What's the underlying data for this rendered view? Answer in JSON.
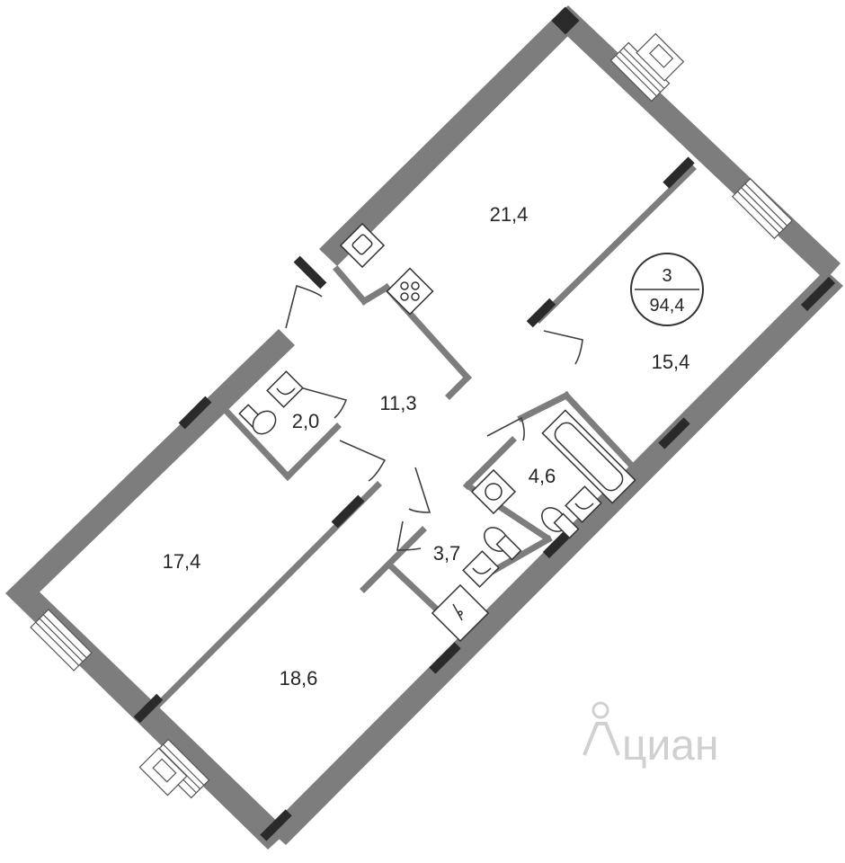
{
  "plan": {
    "rooms": {
      "living": "21,4",
      "bedroom_east": "15,4",
      "hall": "11,3",
      "wc": "2,0",
      "bathroom": "4,6",
      "shower": "3,7",
      "bedroom_west": "17,4",
      "bedroom_south": "18,6"
    },
    "summary_badge": {
      "rooms_count": "3",
      "total_area": "94,4"
    },
    "watermark": "циан"
  }
}
